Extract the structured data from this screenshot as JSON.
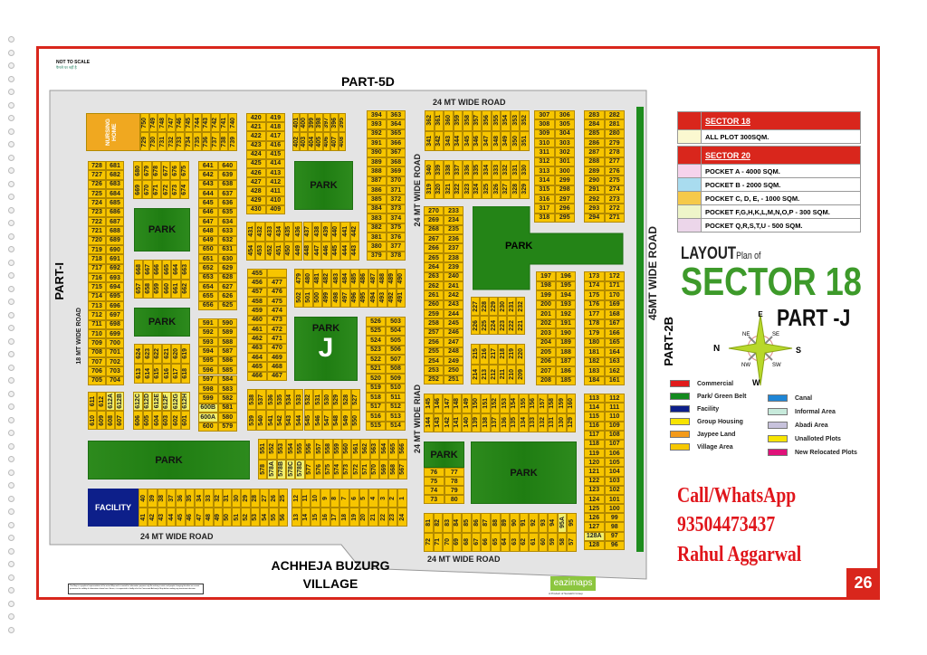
{
  "header": {
    "not_to_scale": "NOT TO SCALE",
    "not_to_scale_hindi": "पैमाने पर नहीं है",
    "part_top": "PART-5D",
    "part_left": "PART-I",
    "part_right": "PART-2B"
  },
  "roads": {
    "top": "24 MT WIDE ROAD",
    "mid_vertical": "24 MT WIDE ROAD",
    "mid_vertical_lower": "24 MT WIDE RIAD",
    "left_vertical": "18 MT WIDE ROAD",
    "bottom_left": "24 MT WIDE ROAD",
    "bottom_right": "24 MT WIDE ROAD",
    "right_vertical": "45MT WIDE ROAD"
  },
  "village": {
    "line1": "ACHHEJA BUZURG",
    "line2": "VILLAGE"
  },
  "labels": {
    "park": "PARK",
    "park_j": "J",
    "facility": "FACILITY",
    "nursing_home": "NURSING HOME"
  },
  "title": {
    "layout": "LAYOUT",
    "plan_of": "Plan of",
    "sector": "SECTOR 18",
    "part": "PART -J"
  },
  "compass": {
    "n": "N",
    "s": "S",
    "e": "E",
    "w": "W",
    "ne": "NE",
    "se": "SE",
    "nw": "NW",
    "sw": "SW"
  },
  "size_table": {
    "sector18": "SECTOR 18",
    "sector18_rows": [
      {
        "label": "ALL PLOT  300SQM.",
        "color": "#fbf8d0"
      }
    ],
    "sector20": "SECTOR 20",
    "sector20_rows": [
      {
        "label": "POCKET A   - 4000 SQM.",
        "color": "#f6d3ec"
      },
      {
        "label": "POCKET B   - 2000 SQM.",
        "color": "#a9dcef"
      },
      {
        "label": "POCKET C, D, E, - 1000 SQM.",
        "color": "#f5c94a"
      },
      {
        "label": "POCKET  F,G,H,K,L,M,N,O,P  - 300 SQM.",
        "color": "#eef5c9"
      },
      {
        "label": "POCKET Q,R,S,T,U  - 500 SQM.",
        "color": "#ecd6ea"
      }
    ]
  },
  "legend": [
    {
      "label": "Commercial",
      "color": "#e11b1b"
    },
    {
      "label": "Park/ Green Belt",
      "color": "#138a1e"
    },
    {
      "label": "Facility",
      "color": "#0d1f8a"
    },
    {
      "label": "Group Housing",
      "color": "#f7e400"
    },
    {
      "label": "Jaypee Land",
      "color": "#f39a1a"
    },
    {
      "label": "Village Area",
      "color": "#f6c800"
    },
    {
      "label": "Canal",
      "color": "#1f86d6"
    },
    {
      "label": "Informal Area",
      "color": "#c7eadb"
    },
    {
      "label": "Abadi Area",
      "color": "#c7c2dc"
    },
    {
      "label": "Unalloted Plots",
      "color": "#f7e400"
    },
    {
      "label": "New Relocated Plots",
      "color": "#e0127a"
    }
  ],
  "contact": {
    "line1": "Call/WhatsApp",
    "phone": "93504473437",
    "name": "Rahul Aggarwal"
  },
  "page_number": "26",
  "footer": {
    "disclaimer": "This Map is a graphical representation of the actual Map and is created for information purpose only. As nothing is static and people changing therefore we cannot guarantee the validity of information shown here. Hence, it is requested to kindly refer the Concerned Authority's Map before making any investment decision.",
    "brand": "eazimaps",
    "brand_tagline": "A Product of Sanskriti Group"
  },
  "colors": {
    "plot": "#f7c500",
    "park": "#2d8a1d",
    "frame": "#d9261c",
    "title_green": "#3d9a2a",
    "facility": "#0d1f8a"
  },
  "map": {
    "blocks": {
      "A": {
        "type": "v",
        "top": [
          750,
          749,
          748,
          747,
          746,
          745,
          744,
          743,
          742,
          741,
          740
        ],
        "bottom": [
          729,
          730,
          731,
          732,
          733,
          734,
          735,
          736,
          737,
          738,
          739
        ]
      },
      "B": {
        "type": "h",
        "left": [
          728,
          727,
          726,
          725,
          724,
          723,
          722,
          721,
          720,
          719,
          718,
          717,
          716,
          715,
          714,
          713,
          712,
          711,
          710,
          709,
          708,
          707,
          706,
          705
        ],
        "right": [
          681,
          682,
          683,
          684,
          685,
          686,
          687,
          688,
          689,
          690,
          691,
          692,
          693,
          694,
          695,
          696,
          697,
          698,
          699,
          700,
          701,
          702,
          703,
          704
        ]
      },
      "C": {
        "type": "v",
        "top": [
          680,
          679,
          678,
          677,
          676,
          675
        ],
        "bottom": [
          669,
          670,
          671,
          672,
          673,
          674
        ]
      },
      "D": {
        "type": "v",
        "top": [
          668,
          667,
          666,
          665,
          664,
          663
        ],
        "bottom": [
          657,
          658,
          659,
          660,
          661,
          662
        ]
      },
      "E": {
        "type": "v",
        "top": [
          624,
          623,
          622,
          621,
          620,
          619
        ],
        "bottom": [
          613,
          614,
          615,
          616,
          617,
          618
        ]
      },
      "F": {
        "type": "h",
        "left": [
          641,
          642,
          643,
          644,
          645,
          646,
          647,
          648,
          649,
          650,
          651,
          652,
          653,
          654,
          655,
          656
        ],
        "right": [
          640,
          639,
          638,
          637,
          636,
          635,
          634,
          633,
          632,
          631,
          630,
          629,
          628,
          627,
          626,
          625
        ]
      },
      "G": {
        "type": "h",
        "left": [
          591,
          592,
          593,
          594,
          595,
          596,
          597,
          598,
          599,
          "600B",
          "600A",
          600
        ],
        "right": [
          590,
          589,
          588,
          587,
          586,
          585,
          584,
          583,
          582,
          581,
          580,
          579
        ]
      },
      "H": {
        "type": "v",
        "top": [
          611,
          612,
          "612A",
          "612B"
        ],
        "bottom": [
          610,
          609,
          608,
          607
        ]
      },
      "I": {
        "type": "v",
        "top": [
          "612C",
          "612D",
          "612E",
          "612F",
          "612G",
          "612H"
        ],
        "bottom": [
          606,
          605,
          604,
          603,
          602,
          601
        ]
      },
      "J": {
        "type": "h",
        "left": [
          420,
          421,
          422,
          423,
          424,
          425,
          426,
          427,
          428,
          429,
          430
        ],
        "right": [
          419,
          418,
          417,
          416,
          415,
          414,
          413,
          412,
          411,
          410,
          409
        ]
      },
      "K": {
        "type": "v",
        "top": [
          401,
          400,
          399,
          398,
          397,
          396,
          395
        ],
        "bottom": [
          402,
          403,
          404,
          405,
          406,
          407,
          408
        ]
      },
      "L": {
        "type": "h",
        "left": [
          394,
          393,
          392,
          391,
          390,
          389,
          388,
          387,
          386,
          385,
          384,
          383,
          382,
          381,
          380,
          379
        ],
        "right": [
          363,
          364,
          365,
          366,
          367,
          368,
          369,
          370,
          371,
          372,
          373,
          374,
          375,
          376,
          377,
          378
        ]
      },
      "M": {
        "type": "v",
        "top": [
          431,
          432,
          433,
          434,
          435,
          436,
          437,
          438,
          439,
          440,
          441,
          442
        ],
        "bottom": [
          454,
          453,
          452,
          451,
          450,
          449,
          448,
          447,
          446,
          445,
          444,
          443
        ]
      },
      "N": {
        "type": "h",
        "left": [
          455,
          456,
          457,
          458,
          459,
          460,
          461,
          462,
          463,
          464,
          465,
          466
        ],
        "right": [
          "",
          477,
          476,
          475,
          474,
          473,
          472,
          471,
          470,
          469,
          468,
          467
        ]
      },
      "O": {
        "type": "v",
        "top": [
          479,
          480,
          481,
          482,
          483,
          484,
          485,
          486,
          487,
          488,
          489,
          490
        ],
        "bottom": [
          502,
          501,
          500,
          499,
          498,
          497,
          496,
          495,
          494,
          493,
          492,
          491
        ]
      },
      "P": {
        "type": "h",
        "left": [
          526,
          525,
          524,
          523,
          522,
          521,
          520,
          519,
          518,
          517,
          516,
          515
        ],
        "right": [
          503,
          504,
          505,
          506,
          507,
          508,
          509,
          510,
          511,
          512,
          513,
          514
        ]
      },
      "Q": {
        "type": "v",
        "top": [
          538,
          537,
          536,
          535,
          534,
          533,
          532,
          531,
          530,
          529,
          528,
          527
        ],
        "bottom": [
          539,
          540,
          541,
          542,
          543,
          544,
          545,
          546,
          547,
          548,
          549,
          550
        ]
      },
      "R": {
        "type": "v",
        "top": [
          551,
          552,
          553,
          554,
          555,
          556,
          557,
          558,
          559,
          560,
          561,
          562,
          563,
          564,
          565,
          566
        ],
        "bottom": [
          578,
          "578A",
          "578B",
          "578C",
          "578D",
          577,
          576,
          575,
          574,
          573,
          572,
          571,
          570,
          569,
          568,
          567
        ]
      },
      "S": {
        "type": "v",
        "top": [
          40,
          39,
          38,
          37,
          36,
          35,
          34,
          33,
          32,
          31,
          30,
          29,
          28,
          27,
          26,
          25
        ],
        "bottom": [
          41,
          42,
          43,
          44,
          45,
          46,
          47,
          48,
          49,
          50,
          51,
          52,
          53,
          54,
          55,
          56
        ]
      },
      "T": {
        "type": "v",
        "top": [
          12,
          11,
          10,
          9,
          8,
          7,
          6,
          5,
          4,
          3,
          2,
          1
        ],
        "bottom": [
          13,
          14,
          15,
          16,
          17,
          18,
          19,
          20,
          21,
          22,
          23,
          24
        ]
      },
      "U": {
        "type": "v",
        "top": [
          362,
          361,
          360,
          359,
          358,
          357,
          356,
          355,
          354,
          353,
          352
        ],
        "bottom": [
          341,
          342,
          343,
          344,
          345,
          346,
          347,
          348,
          349,
          350,
          351
        ]
      },
      "V": {
        "type": "v",
        "top": [
          340,
          339,
          338,
          337,
          336,
          335,
          334,
          333,
          332,
          331,
          330
        ],
        "bottom": [
          319,
          320,
          321,
          322,
          323,
          324,
          325,
          326,
          327,
          328,
          329
        ]
      },
      "W": {
        "type": "h",
        "left": [
          307,
          308,
          309,
          310,
          311,
          312,
          313,
          314,
          315,
          316,
          317,
          318
        ],
        "right": [
          306,
          305,
          304,
          303,
          302,
          301,
          300,
          299,
          298,
          297,
          296,
          295
        ]
      },
      "X": {
        "type": "h",
        "left": [
          283,
          284,
          285,
          286,
          287,
          288,
          289,
          290,
          291,
          292,
          293,
          294
        ],
        "right": [
          282,
          281,
          280,
          279,
          278,
          277,
          276,
          275,
          274,
          273,
          272,
          271
        ]
      },
      "Y": {
        "type": "h",
        "left": [
          270,
          269,
          268,
          267,
          266,
          265,
          264,
          263,
          262,
          261,
          260,
          259,
          258,
          257,
          256,
          255,
          254,
          253,
          252
        ],
        "right": [
          233,
          234,
          235,
          236,
          237,
          238,
          239,
          240,
          241,
          242,
          243,
          244,
          245,
          246,
          247,
          248,
          249,
          250,
          251
        ]
      },
      "Z": {
        "type": "v",
        "top": [
          227,
          228,
          229,
          230,
          231,
          232
        ],
        "bottom": [
          226,
          225,
          224,
          223,
          222,
          221
        ]
      },
      "AA": {
        "type": "v",
        "top": [
          215,
          216,
          217,
          218,
          219,
          220
        ],
        "bottom": [
          214,
          213,
          212,
          211,
          210,
          209
        ]
      },
      "AB": {
        "type": "h",
        "left": [
          197,
          198,
          199,
          200,
          201,
          202,
          203,
          204,
          205,
          206,
          207,
          208
        ],
        "right": [
          196,
          195,
          194,
          193,
          192,
          191,
          190,
          189,
          188,
          187,
          186,
          185
        ]
      },
      "AC": {
        "type": "h",
        "left": [
          173,
          174,
          175,
          176,
          177,
          178,
          179,
          180,
          181,
          182,
          183,
          184
        ],
        "right": [
          172,
          171,
          170,
          169,
          168,
          167,
          166,
          165,
          164,
          163,
          162,
          161
        ]
      },
      "AD": {
        "type": "v",
        "top": [
          145,
          146,
          147,
          148,
          149,
          150,
          151,
          152,
          153,
          154,
          155,
          156,
          157,
          158,
          159,
          160
        ],
        "bottom": [
          144,
          143,
          142,
          141,
          140,
          139,
          138,
          137,
          136,
          135,
          134,
          133,
          132,
          131,
          130,
          129
        ]
      },
      "AE": {
        "type": "h",
        "left": [
          113,
          114,
          115,
          116,
          117,
          118,
          119,
          120,
          121,
          122,
          123,
          124,
          125,
          126,
          127,
          "128A",
          128
        ],
        "right": [
          112,
          111,
          110,
          109,
          108,
          107,
          106,
          105,
          104,
          103,
          102,
          101,
          100,
          99,
          98,
          97,
          96
        ]
      },
      "AF": {
        "type": "h",
        "left": [
          76,
          75,
          74,
          73
        ],
        "right": [
          77,
          78,
          79,
          80
        ]
      },
      "AG": {
        "type": "v",
        "top": [
          81,
          82,
          83,
          84,
          85,
          86,
          87,
          88,
          89,
          90,
          91,
          92,
          93,
          94,
          "95A",
          95
        ],
        "bottom": [
          72,
          71,
          70,
          69,
          68,
          67,
          66,
          65,
          64,
          63,
          62,
          61,
          60,
          59,
          58,
          57
        ]
      }
    }
  }
}
